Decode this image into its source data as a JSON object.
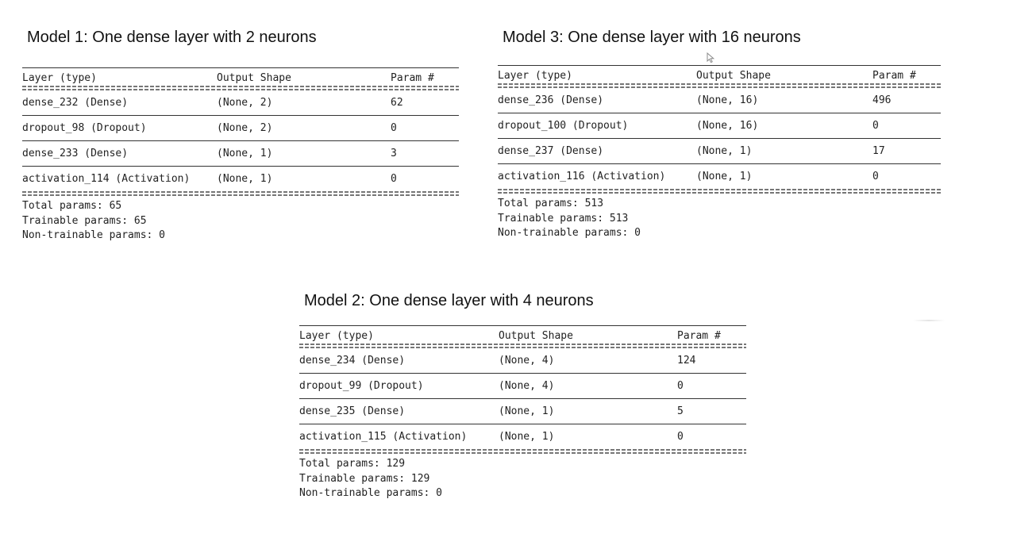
{
  "models": [
    {
      "id": "model-1",
      "title": "Model 1: One dense layer with 2 neurons",
      "columns": [
        "Layer (type)",
        "Output Shape",
        "Param #"
      ],
      "layers": [
        {
          "layer": "dense_232 (Dense)",
          "shape": "(None, 2)",
          "params": "62"
        },
        {
          "layer": "dropout_98 (Dropout)",
          "shape": "(None, 2)",
          "params": "0"
        },
        {
          "layer": "dense_233 (Dense)",
          "shape": "(None, 1)",
          "params": "3"
        },
        {
          "layer": "activation_114 (Activation)",
          "shape": "(None, 1)",
          "params": "0"
        }
      ],
      "totals": {
        "total": "Total params: 65",
        "trainable": "Trainable params: 65",
        "non_trainable": "Non-trainable params: 0"
      }
    },
    {
      "id": "model-3",
      "title": "Model 3: One dense layer with 16 neurons",
      "columns": [
        "Layer (type)",
        "Output Shape",
        "Param #"
      ],
      "layers": [
        {
          "layer": "dense_236 (Dense)",
          "shape": "(None, 16)",
          "params": "496"
        },
        {
          "layer": "dropout_100 (Dropout)",
          "shape": "(None, 16)",
          "params": "0"
        },
        {
          "layer": "dense_237 (Dense)",
          "shape": "(None, 1)",
          "params": "17"
        },
        {
          "layer": "activation_116 (Activation)",
          "shape": "(None, 1)",
          "params": "0"
        }
      ],
      "totals": {
        "total": "Total params: 513",
        "trainable": "Trainable params: 513",
        "non_trainable": "Non-trainable params: 0"
      }
    },
    {
      "id": "model-2",
      "title": "Model 2: One dense layer with 4 neurons",
      "columns": [
        "Layer (type)",
        "Output Shape",
        "Param #"
      ],
      "layers": [
        {
          "layer": "dense_234 (Dense)",
          "shape": "(None, 4)",
          "params": "124"
        },
        {
          "layer": "dropout_99 (Dropout)",
          "shape": "(None, 4)",
          "params": "0"
        },
        {
          "layer": "dense_235 (Dense)",
          "shape": "(None, 1)",
          "params": "5"
        },
        {
          "layer": "activation_115 (Activation)",
          "shape": "(None, 1)",
          "params": "0"
        }
      ],
      "totals": {
        "total": "Total params: 129",
        "trainable": "Trainable params: 129",
        "non_trainable": "Non-trainable params: 0"
      }
    }
  ],
  "cursor": {
    "icon": "mouse-pointer-icon"
  }
}
